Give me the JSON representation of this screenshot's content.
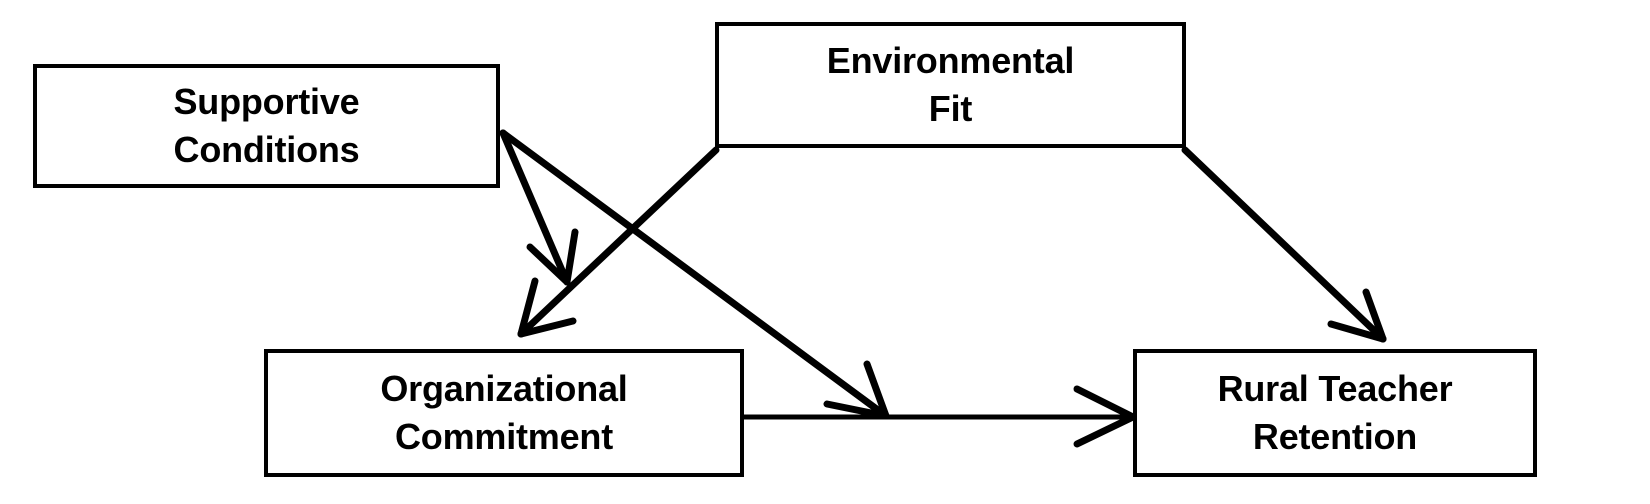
{
  "diagram": {
    "type": "conceptual-model",
    "title": "Rural Teacher Retention Conceptual Model",
    "background_color": "#ffffff",
    "line_color": "#000000",
    "text_color": "#000000",
    "nodes": [
      {
        "id": "supportive-conditions",
        "line1": "Supportive",
        "line2": "Conditions"
      },
      {
        "id": "environmental-fit",
        "line1": "Environmental",
        "line2": "Fit"
      },
      {
        "id": "organizational-commitment",
        "line1": "Organizational",
        "line2": "Commitment"
      },
      {
        "id": "rural-teacher-retention",
        "line1": "Rural Teacher",
        "line2": "Retention"
      }
    ],
    "edges": [
      {
        "id": "supportive-to-commitment",
        "from": "supportive-conditions",
        "to": "organizational-commitment",
        "style": "solid-arrow"
      },
      {
        "id": "supportive-to-retention",
        "from": "supportive-conditions",
        "to": "rural-teacher-retention",
        "style": "solid-arrow"
      },
      {
        "id": "environmental-fit-to-commitment",
        "from": "environmental-fit",
        "to": "organizational-commitment",
        "style": "solid-arrow"
      },
      {
        "id": "environmental-fit-to-retention",
        "from": "environmental-fit",
        "to": "rural-teacher-retention",
        "style": "solid-arrow"
      },
      {
        "id": "commitment-to-retention",
        "from": "organizational-commitment",
        "to": "rural-teacher-retention",
        "style": "solid-arrow"
      }
    ]
  }
}
